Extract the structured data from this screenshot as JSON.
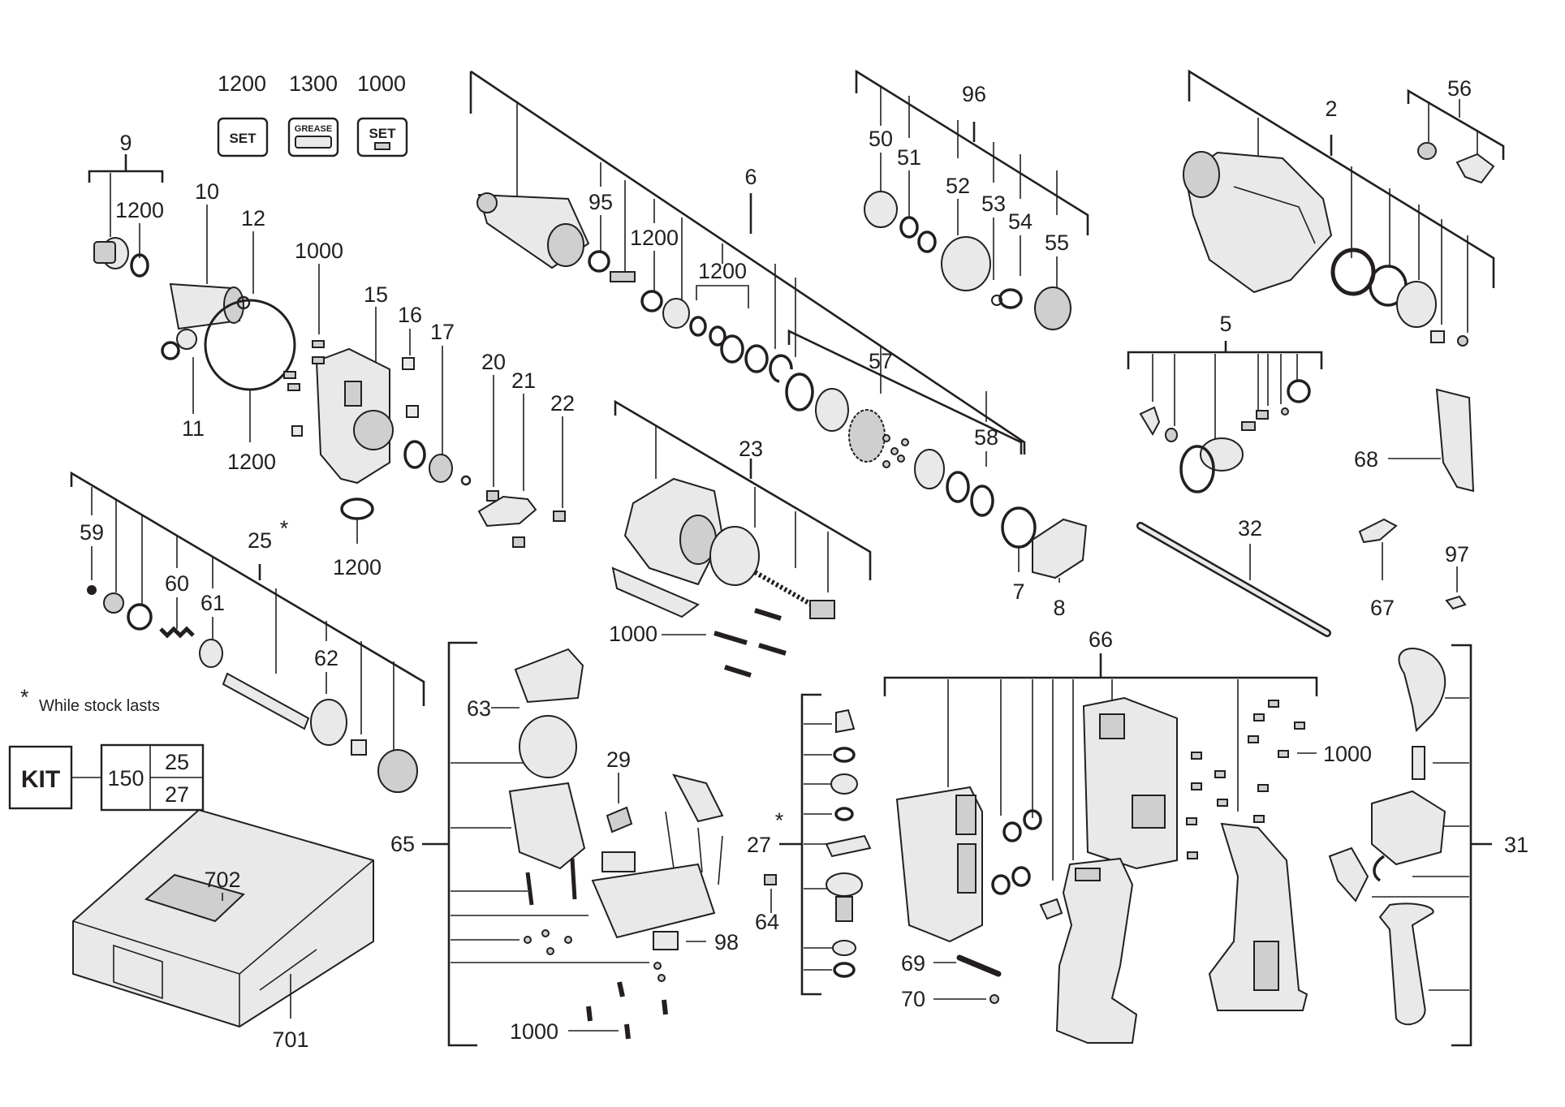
{
  "sets": {
    "set_1200": {
      "number": "1200",
      "label": "SET"
    },
    "grease_1300": {
      "number": "1300",
      "label": "GREASE"
    },
    "set_1000": {
      "number": "1000",
      "label": "SET"
    }
  },
  "labels": {
    "p2": "2",
    "p5": "5",
    "p6": "6",
    "p7": "7",
    "p8": "8",
    "p9": "9",
    "p10": "10",
    "p11": "11",
    "p12": "12",
    "p15": "15",
    "p16": "16",
    "p17": "17",
    "p20": "20",
    "p21": "21",
    "p22": "22",
    "p23": "23",
    "p25": "25",
    "p27": "27",
    "p29": "29",
    "p31": "31",
    "p32": "32",
    "p50": "50",
    "p51": "51",
    "p52": "52",
    "p53": "53",
    "p54": "54",
    "p55": "55",
    "p56": "56",
    "p57": "57",
    "p58": "58",
    "p59": "59",
    "p60": "60",
    "p61": "61",
    "p62": "62",
    "p63": "63",
    "p64": "64",
    "p65": "65",
    "p66": "66",
    "p67": "67",
    "p68": "68",
    "p69": "69",
    "p70": "70",
    "p95": "95",
    "p96": "96",
    "p97": "97",
    "p98": "98",
    "p701": "701",
    "p702": "702",
    "p1000": "1000",
    "p1200": "1200",
    "star": "*"
  },
  "note": {
    "star": "*",
    "text": "While stock lasts"
  },
  "kit": {
    "label": "KIT",
    "number": "150",
    "item_a": "25",
    "item_b": "27"
  }
}
